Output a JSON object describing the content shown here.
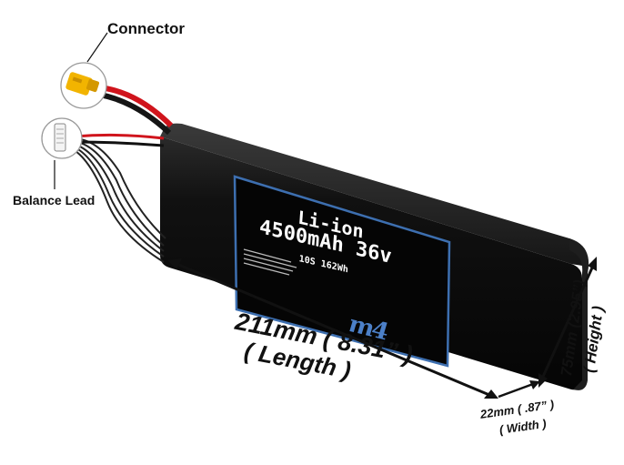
{
  "callouts": {
    "connector": "Connector",
    "balance_lead": "Balance Lead"
  },
  "dimensions": {
    "length_value": "211mm ( 8.31” )",
    "length_word": "( Length )",
    "width_value": "22mm ( .87” )",
    "width_word": "( Width )",
    "height_value": "75mm (2.95”)",
    "height_word": "( Height )"
  },
  "battery_label": {
    "chemistry": "Li-ion",
    "capacity_voltage": "4500mAh 36v",
    "config_energy": "10S 162Wh",
    "brand": "m4"
  },
  "colors": {
    "battery_body": "#0d0d0d",
    "label_border": "#3d6fb0",
    "lead_red": "#d0141c",
    "connector_yellow": "#f2b400",
    "brand_blue": "#4c80c8"
  }
}
